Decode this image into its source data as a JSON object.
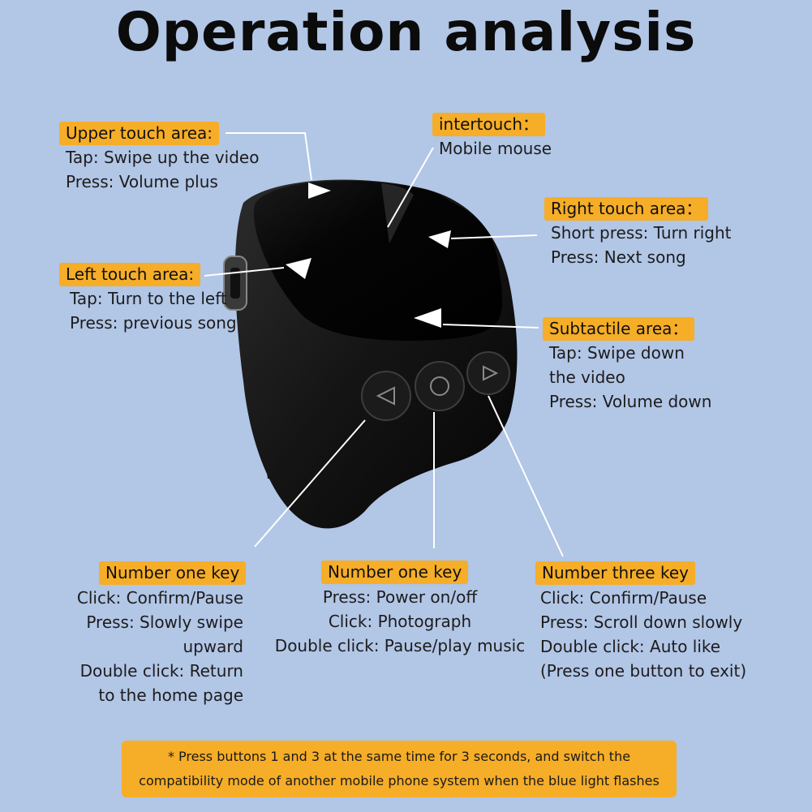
{
  "title": "Operation analysis",
  "callouts": {
    "upper": {
      "label": "Upper touch area:",
      "lines": [
        "Tap: Swipe up the video",
        "Press: Volume plus"
      ]
    },
    "intertouch": {
      "label": "intertouch：",
      "lines": [
        "Mobile mouse"
      ]
    },
    "right": {
      "label": "Right touch area：",
      "lines": [
        "Short press: Turn right",
        "Press: Next song"
      ]
    },
    "left": {
      "label": "Left touch area:",
      "lines": [
        "Tap: Turn to the left",
        "Press: previous song"
      ]
    },
    "subtactile": {
      "label": "Subtactile area：",
      "lines": [
        "Tap: Swipe down",
        "the video",
        "Press: Volume down"
      ]
    },
    "key1": {
      "label": "Number one key",
      "lines": [
        "Click: Confirm/Pause",
        "Press: Slowly swipe",
        "upward",
        "Double click: Return",
        "to the home page"
      ]
    },
    "key2": {
      "label": "Number one key",
      "lines": [
        "Press: Power on/off",
        "Click: Photograph",
        "Double click: Pause/play music"
      ]
    },
    "key3": {
      "label": "Number three key",
      "lines": [
        "Click: Confirm/Pause",
        "Press: Scroll down slowly",
        "Double click: Auto like",
        "(Press one button to exit)"
      ]
    }
  },
  "note": {
    "line1": "* Press buttons 1 and 3 at the same time for 3 seconds, and switch the",
    "line2": "compatibility mode of another mobile phone system when the blue light flashes"
  },
  "button_icons": [
    "play-left-icon",
    "circle-icon",
    "play-right-icon"
  ]
}
